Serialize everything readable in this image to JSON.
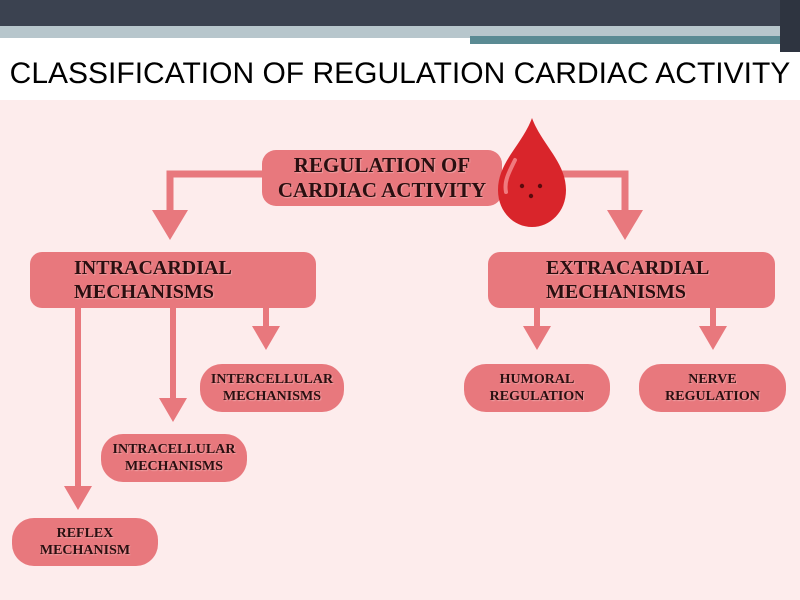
{
  "slide": {
    "title": "CLASSIFICATION OF REGULATION CARDIAC ACTIVITY"
  },
  "diagram": {
    "root": {
      "line1": "REGULATION OF",
      "line2": "CARDIAC ACTIVITY"
    },
    "intracardial": {
      "line1": "INTRACARDIAL",
      "line2": "MECHANISMS"
    },
    "extracardial": {
      "line1": "EXTRACARDIAL",
      "line2": "MECHANISMS"
    },
    "intercellular": {
      "line1": "INTERCELLULAR",
      "line2": "MECHANISMS"
    },
    "intracellular": {
      "line1": "INTRACELLULAR",
      "line2": "MECHANISMS"
    },
    "reflex": {
      "line1": "REFLEX",
      "line2": "MECHANISM"
    },
    "humoral": {
      "line1": "HUMORAL",
      "line2": "REGULATION"
    },
    "nerve": {
      "line1": "NERVE",
      "line2": "REGULATION"
    }
  },
  "colors": {
    "box": "#e8787d",
    "arrow": "#e8787d",
    "drop": "#d9252b",
    "background": "#fdecec"
  },
  "icons": [
    "blood-drop-icon"
  ]
}
